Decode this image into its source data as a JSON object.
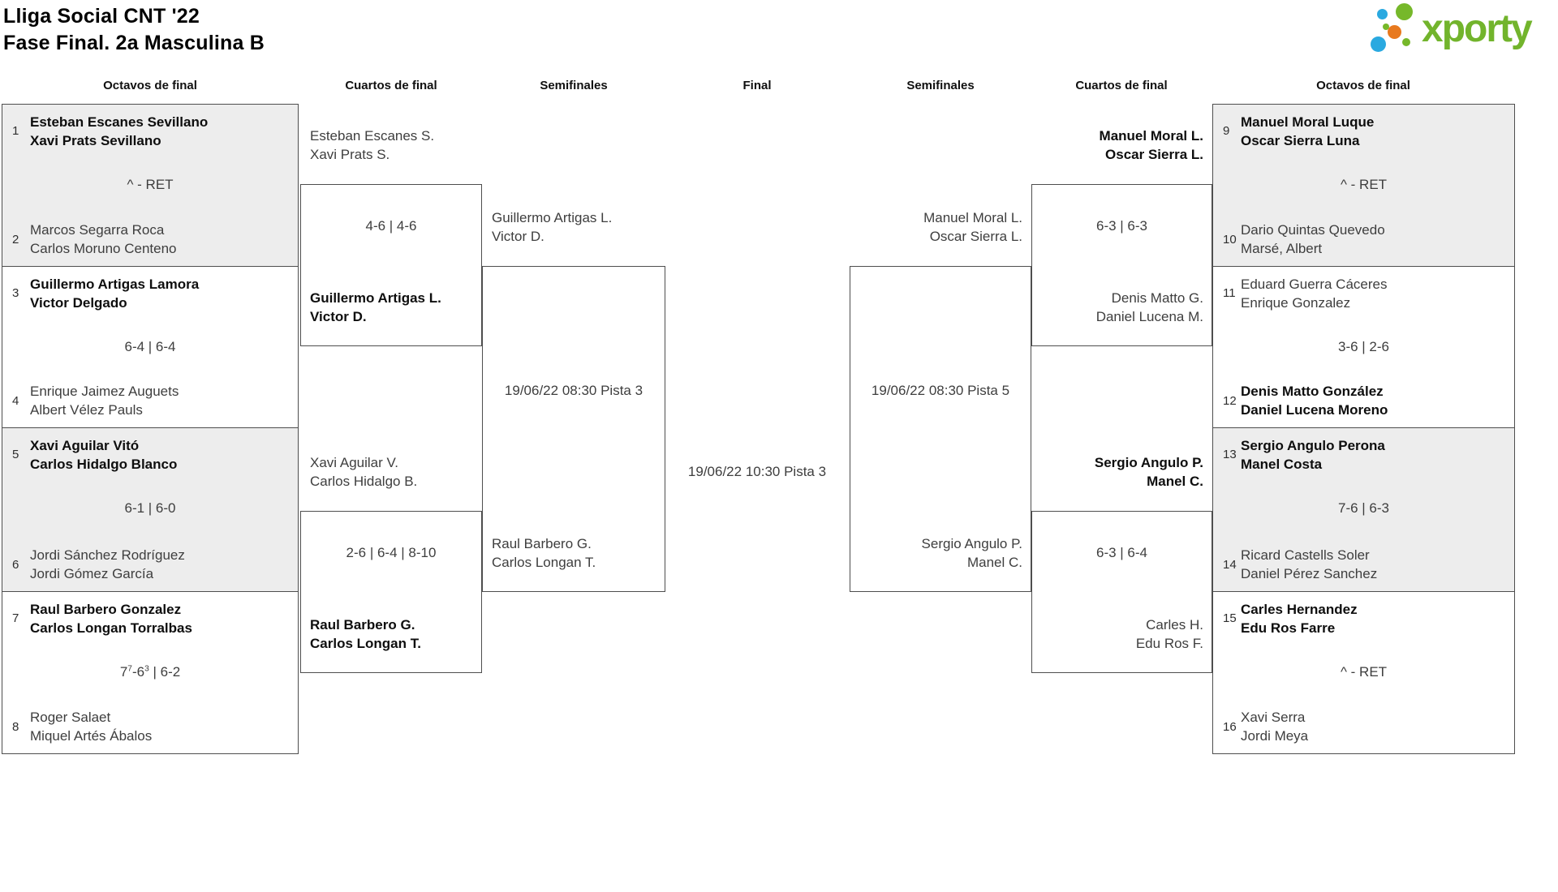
{
  "title": {
    "line1": "Lliga Social CNT '22",
    "line2": "Fase Final. 2a Masculina B"
  },
  "brand": {
    "name": "xporty",
    "green": "#76b82a",
    "blue": "#2aa9e0",
    "orange": "#e8791e"
  },
  "columns": [
    "Octavos de final",
    "Cuartos de final",
    "Semifinales",
    "Final",
    "Semifinales",
    "Cuartos de final",
    "Octavos de final"
  ],
  "octavos_left": [
    {
      "seed1": "1",
      "team1": {
        "p1": "Esteban Escanes Sevillano",
        "p2": "Xavi Prats Sevillano"
      },
      "team1_bold": true,
      "score": "^ - RET",
      "seed2": "2",
      "team2": {
        "p1": "Marcos Segarra Roca",
        "p2": "Carlos Moruno Centeno"
      },
      "team2_bold": false
    },
    {
      "seed1": "3",
      "team1": {
        "p1": "Guillermo Artigas Lamora",
        "p2": "Victor Delgado"
      },
      "team1_bold": true,
      "score": "6-4 | 6-4",
      "seed2": "4",
      "team2": {
        "p1": "Enrique Jaimez Auguets",
        "p2": "Albert Vélez Pauls"
      },
      "team2_bold": false
    },
    {
      "seed1": "5",
      "team1": {
        "p1": "Xavi Aguilar Vitó",
        "p2": "Carlos Hidalgo Blanco"
      },
      "team1_bold": true,
      "score": "6-1 | 6-0",
      "seed2": "6",
      "team2": {
        "p1": "Jordi Sánchez Rodríguez",
        "p2": "Jordi Gómez García"
      },
      "team2_bold": false
    },
    {
      "seed1": "7",
      "team1": {
        "p1": "Raul Barbero Gonzalez",
        "p2": "Carlos Longan Torralbas"
      },
      "team1_bold": true,
      "score_parts": [
        "7",
        "7",
        "-6",
        "3",
        " | 6-2"
      ],
      "seed2": "8",
      "team2": {
        "p1": "Roger Salaet",
        "p2": "Miquel Artés Ábalos"
      },
      "team2_bold": false
    }
  ],
  "cuartos_left": [
    {
      "team_top": {
        "p1": "Esteban Escanes S.",
        "p2": "Xavi Prats S."
      },
      "top_bold": false,
      "score": "4-6 | 4-6",
      "team_bottom": {
        "p1": "Guillermo Artigas L.",
        "p2": "Victor D."
      },
      "bottom_bold": true
    },
    {
      "team_top": {
        "p1": "Xavi Aguilar V.",
        "p2": "Carlos Hidalgo B."
      },
      "top_bold": false,
      "score": "2-6 | 6-4 | 8-10",
      "team_bottom": {
        "p1": "Raul Barbero G.",
        "p2": "Carlos Longan T."
      },
      "bottom_bold": true
    }
  ],
  "semis_left": {
    "team_top": {
      "p1": "Guillermo Artigas L.",
      "p2": "Victor D."
    },
    "top_bold": false,
    "date": "19/06/22 08:30 Pista 3",
    "team_bottom": {
      "p1": "Raul Barbero G.",
      "p2": "Carlos Longan T."
    },
    "bottom_bold": false
  },
  "final": {
    "date": "19/06/22 10:30 Pista 3"
  },
  "semis_right": {
    "team_top": {
      "p1": "Manuel Moral L.",
      "p2": "Oscar Sierra L."
    },
    "top_bold": false,
    "date": "19/06/22 08:30 Pista 5",
    "team_bottom": {
      "p1": "Sergio Angulo P.",
      "p2": "Manel C."
    },
    "bottom_bold": false
  },
  "cuartos_right": [
    {
      "team_top": {
        "p1": "Manuel Moral L.",
        "p2": "Oscar Sierra L."
      },
      "top_bold": true,
      "score": "6-3 | 6-3",
      "team_bottom": {
        "p1": "Denis Matto G.",
        "p2": "Daniel Lucena M."
      },
      "bottom_bold": false
    },
    {
      "team_top": {
        "p1": "Sergio Angulo P.",
        "p2": "Manel C."
      },
      "top_bold": true,
      "score": "6-3 | 6-4",
      "team_bottom": {
        "p1": "Carles H.",
        "p2": "Edu Ros F."
      },
      "bottom_bold": false
    }
  ],
  "octavos_right": [
    {
      "seed1": "9",
      "team1": {
        "p1": "Manuel Moral Luque",
        "p2": "Oscar Sierra Luna"
      },
      "team1_bold": true,
      "score": "^ - RET",
      "seed2": "10",
      "team2": {
        "p1": "Dario Quintas Quevedo",
        "p2": "Marsé, Albert"
      },
      "team2_bold": false
    },
    {
      "seed1": "11",
      "team1": {
        "p1": "Eduard Guerra Cáceres",
        "p2": "Enrique Gonzalez"
      },
      "team1_bold": false,
      "score": "3-6 | 2-6",
      "seed2": "12",
      "team2": {
        "p1": "Denis Matto González",
        "p2": "Daniel Lucena Moreno"
      },
      "team2_bold": true
    },
    {
      "seed1": "13",
      "team1": {
        "p1": "Sergio Angulo Perona",
        "p2": "Manel Costa"
      },
      "team1_bold": true,
      "score": "7-6 | 6-3",
      "seed2": "14",
      "team2": {
        "p1": "Ricard Castells Soler",
        "p2": "Daniel Pérez Sanchez"
      },
      "team2_bold": false
    },
    {
      "seed1": "15",
      "team1": {
        "p1": "Carles Hernandez",
        "p2": "Edu Ros Farre"
      },
      "team1_bold": true,
      "score": "^ - RET",
      "seed2": "16",
      "team2": {
        "p1": "Xavi Serra",
        "p2": "Jordi Meya"
      },
      "team2_bold": false
    }
  ]
}
